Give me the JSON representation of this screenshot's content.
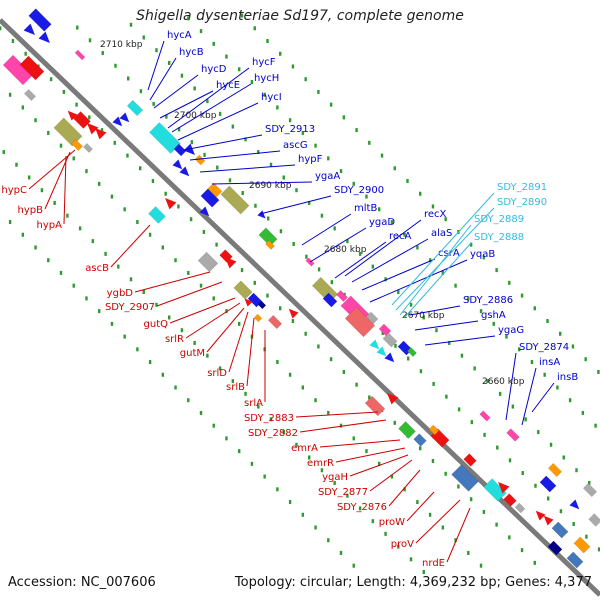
{
  "title": "Shigella dysenteriae Sd197, complete genome",
  "footer": {
    "accession": "Accession: NC_007606",
    "topology": "Topology: circular; Length: 4,369,232 bp; Genes: 4,377"
  },
  "colors": {
    "backbone": "#7a7a7a",
    "tick": "#2e9a2e",
    "reverse_label": "#cc0000",
    "forward_label": "#0000cc",
    "cyan_label": "#33bbdd"
  },
  "scale_labels": [
    "2710 kbp",
    "2700 kbp",
    "2690 kbp",
    "2680 kbp",
    "2670 kbp",
    "2660 kbp"
  ],
  "forward_labels": [
    "hycA",
    "hycB",
    "hycD",
    "hycE",
    "hycF",
    "hycH",
    "hycI",
    "SDY_2913",
    "ascG",
    "hypF",
    "ygaA",
    "SDY_2900",
    "mltB",
    "ygaD",
    "recA",
    "recX",
    "alaS",
    "csrA",
    "yqaB",
    "SDY_2886",
    "gshA",
    "ygaG",
    "SDY_2874",
    "insA",
    "insB"
  ],
  "cyan_labels": [
    "SDY_2891",
    "SDY_2890",
    "SDY_2889",
    "SDY_2888"
  ],
  "reverse_labels": [
    "hypC",
    "hypB",
    "hypA",
    "ascB",
    "ygbD",
    "SDY_2907",
    "gutQ",
    "srlR",
    "gutM",
    "srlD",
    "srlB",
    "srlA",
    "SDY_2883",
    "SDY_2882",
    "emrA",
    "emrR",
    "ygaH",
    "SDY_2877",
    "SDY_2876",
    "proW",
    "proV",
    "nrdE"
  ]
}
